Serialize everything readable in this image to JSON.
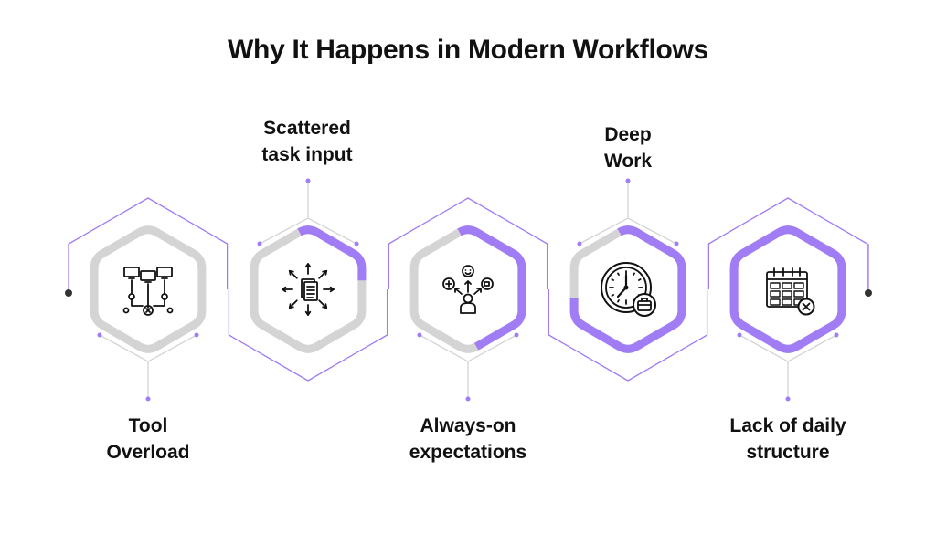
{
  "title": "Why It Happens in Modern Workflows",
  "colors": {
    "accent": "#a07cf5",
    "ring_gray": "#d4d4d4",
    "line": "#cfcfcf",
    "outline": "#a07cf5",
    "dark": "#222222"
  },
  "steps": [
    {
      "name": "tool-overload",
      "lines": [
        "Tool",
        "Overload"
      ],
      "label_position": "bottom",
      "icon": "network-computers-icon",
      "progress": 0.0
    },
    {
      "name": "scattered-task-input",
      "lines": [
        "Scattered",
        "task input"
      ],
      "label_position": "top",
      "icon": "document-arrows-icon",
      "progress": 0.25
    },
    {
      "name": "always-on-expectations",
      "lines": [
        "Always-on",
        "expectations"
      ],
      "label_position": "bottom",
      "icon": "person-notifications-icon",
      "progress": 0.5
    },
    {
      "name": "deep-work",
      "lines": [
        "Deep",
        "Work"
      ],
      "label_position": "top",
      "icon": "clock-briefcase-icon",
      "progress": 0.75
    },
    {
      "name": "lack-of-daily-structure",
      "lines": [
        "Lack of daily",
        "structure"
      ],
      "label_position": "bottom",
      "icon": "calendar-cancel-icon",
      "progress": 1.0
    }
  ]
}
